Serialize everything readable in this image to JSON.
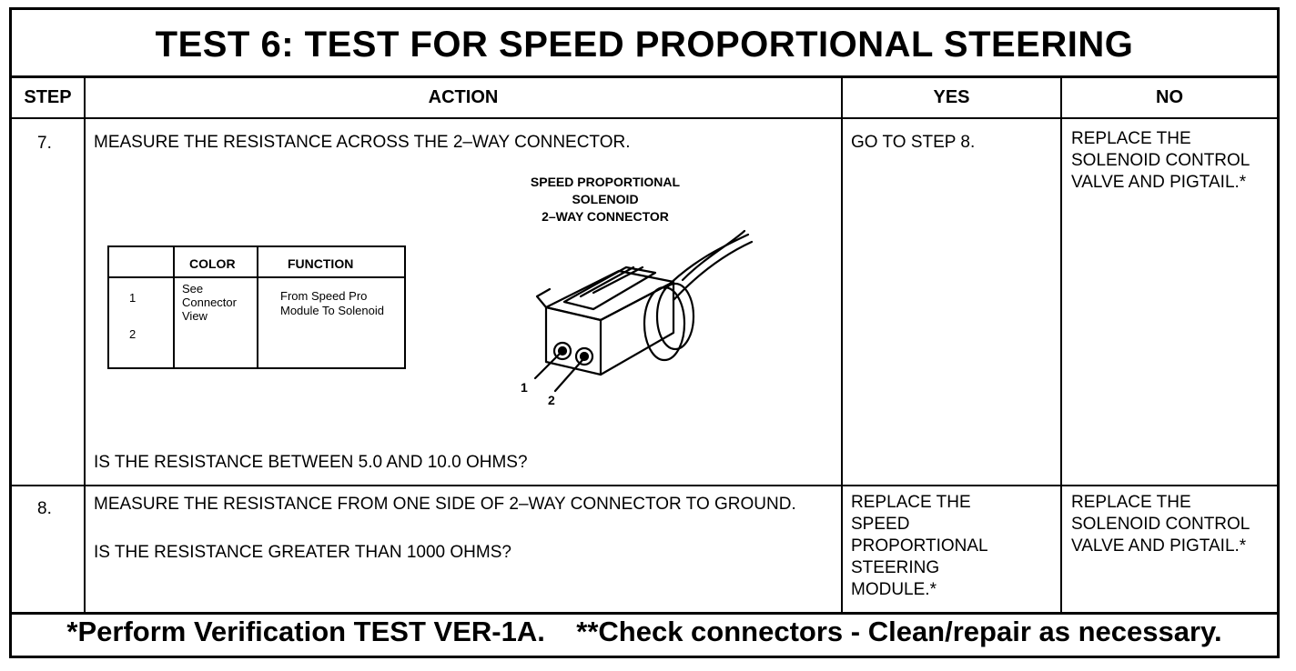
{
  "title": "TEST 6: TEST FOR SPEED PROPORTIONAL STEERING",
  "headers": {
    "step": "STEP",
    "action": "ACTION",
    "yes": "YES",
    "no": "NO"
  },
  "rows": [
    {
      "step": "7.",
      "action": "MEASURE THE RESISTANCE ACROSS THE 2–WAY CONNECTOR.",
      "question": "IS THE RESISTANCE BETWEEN 5.0 AND 10.0 OHMS?",
      "yes": "GO TO STEP 8.",
      "no": "REPLACE THE SOLENOID CONTROL VALVE AND PIGTAIL.*"
    },
    {
      "step": "8.",
      "action": "MEASURE THE RESISTANCE FROM ONE SIDE OF 2–WAY CONNECTOR TO GROUND.",
      "question": "IS THE RESISTANCE GREATER THAN 1000 OHMS?",
      "yes": "REPLACE THE SPEED PROPORTIONAL STEERING MODULE.*",
      "no": "REPLACE THE SOLENOID CONTROL VALVE AND PIGTAIL.*"
    }
  ],
  "diagram": {
    "label_line1": "SPEED PROPORTIONAL",
    "label_line2": "SOLENOID",
    "label_line3": "2–WAY CONNECTOR",
    "pin1": "1",
    "pin2": "2"
  },
  "pin_table": {
    "col_color": "COLOR",
    "col_function": "FUNCTION",
    "pin1": "1",
    "pin2": "2",
    "color_line1": "See",
    "color_line2": "Connector",
    "color_line3": "View",
    "function_line1": "From Speed Pro",
    "function_line2": "Module To Solenoid"
  },
  "footer": "*Perform Verification TEST VER-1A.    **Check connectors - Clean/repair as necessary."
}
